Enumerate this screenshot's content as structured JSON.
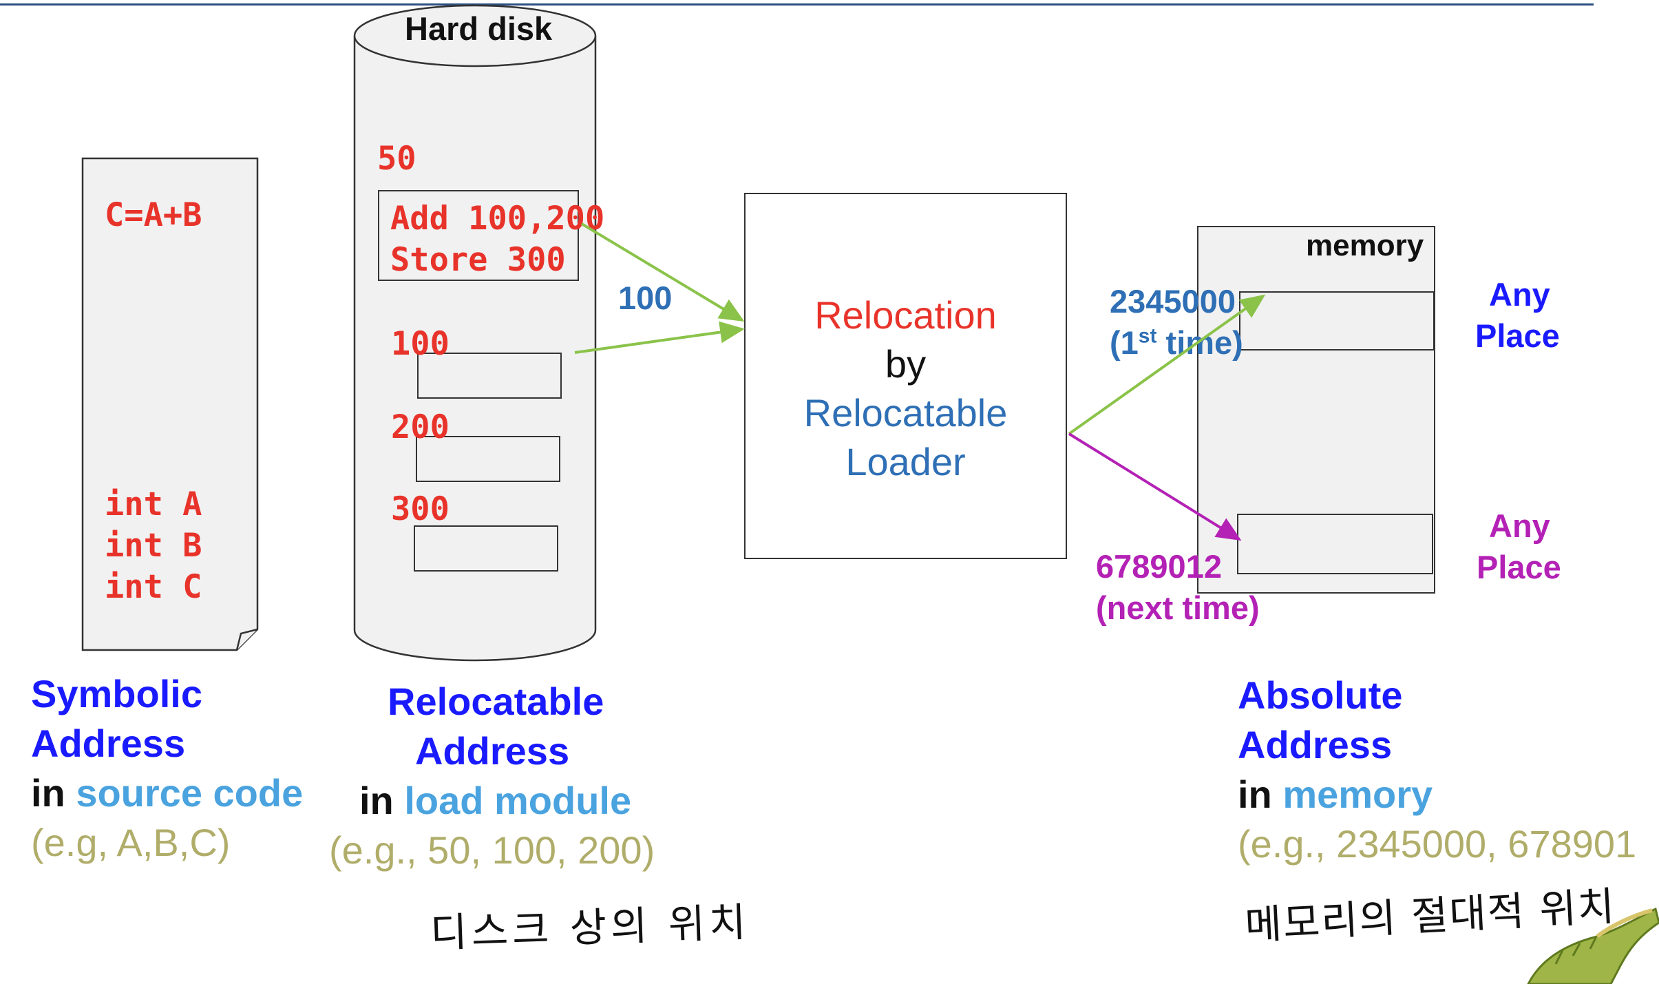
{
  "source_code": {
    "statement": "C=A+B",
    "decl_1": "int A",
    "decl_2": "int B",
    "decl_3": "int C"
  },
  "hard_disk": {
    "title": "Hard disk",
    "addr_50": "50",
    "instr_1": "Add 100,200",
    "instr_2": "Store 300",
    "addr_100": "100",
    "addr_200": "200",
    "addr_300": "300"
  },
  "arrow_label": "100",
  "loader": {
    "line1": "Relocation",
    "line2": "by",
    "line3": "Relocatable",
    "line4": "Loader"
  },
  "memory": {
    "title": "memory",
    "addr_1": "2345000",
    "addr_1_note_pre": "(1",
    "addr_1_note_sup": "st",
    "addr_1_note_post": " time)",
    "addr_2": "6789012",
    "addr_2_note": "(next time)",
    "any_place_1a": "Any",
    "any_place_1b": "Place",
    "any_place_2a": "Any",
    "any_place_2b": "Place"
  },
  "captions": {
    "symbolic": {
      "line1": "Symbolic",
      "line2": "Address",
      "in": "in ",
      "where": "source code",
      "example": "(e.g, A,B,C)"
    },
    "relocatable": {
      "line1": "Relocatable",
      "line2": "Address",
      "in": "in ",
      "where": "load module",
      "example": "(e.g., 50, 100, 200)"
    },
    "absolute": {
      "line1": "Absolute",
      "line2": "Address",
      "in": "in ",
      "where": "memory",
      "example": "(e.g., 2345000, 678901"
    }
  },
  "handwritten": {
    "disk_note": "디스크 상의 위치",
    "memory_note": "메모리의 절대적 위치"
  },
  "colors": {
    "red": "#e8332a",
    "blue": "#1a1aff",
    "light_blue": "#4aa3df",
    "steel_blue": "#2e6fb5",
    "olive": "#b0ad6a",
    "purple": "#b321b5",
    "green_arrow": "#8bc34a"
  }
}
